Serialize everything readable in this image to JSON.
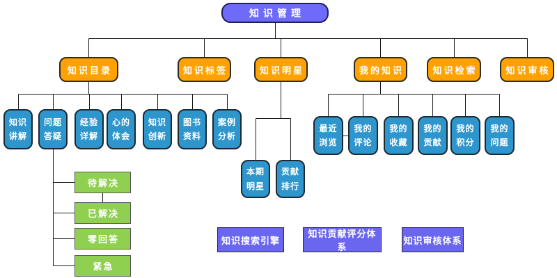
{
  "root": {
    "label": "知识管理"
  },
  "level2": [
    {
      "label": "知识目录"
    },
    {
      "label": "知识标签"
    },
    {
      "label": "知识明星"
    },
    {
      "label": "我的知识"
    },
    {
      "label": "知识检索"
    },
    {
      "label": "知识审核"
    }
  ],
  "catalog_children": [
    {
      "label": "知识讲解"
    },
    {
      "label": "问题答疑"
    },
    {
      "label": "经验详解"
    },
    {
      "label": "心的体会"
    },
    {
      "label": "知识创新"
    },
    {
      "label": "图书资料"
    },
    {
      "label": "案例分析"
    }
  ],
  "question_children": [
    {
      "label": "待解决"
    },
    {
      "label": "已解决"
    },
    {
      "label": "零回答"
    },
    {
      "label": "紧急"
    }
  ],
  "star_children": [
    {
      "label": "本期明星"
    },
    {
      "label": "贡献排行"
    }
  ],
  "my_children": [
    {
      "label": "最近浏览"
    },
    {
      "label": "我的评论"
    },
    {
      "label": "我的收藏"
    },
    {
      "label": "我的贡献"
    },
    {
      "label": "我的积分"
    },
    {
      "label": "我的问题"
    }
  ],
  "footer_boxes": [
    {
      "label": "知识搜索引擎"
    },
    {
      "label": "知识贡献评分体系"
    },
    {
      "label": "知识审核体系"
    }
  ],
  "colors": {
    "root": "#6E6BFA",
    "level2": "#FFA200",
    "level3": "#2E96CC",
    "status": "#8FD050",
    "footer": "#6A66F0",
    "line": "#1A1A1A"
  }
}
